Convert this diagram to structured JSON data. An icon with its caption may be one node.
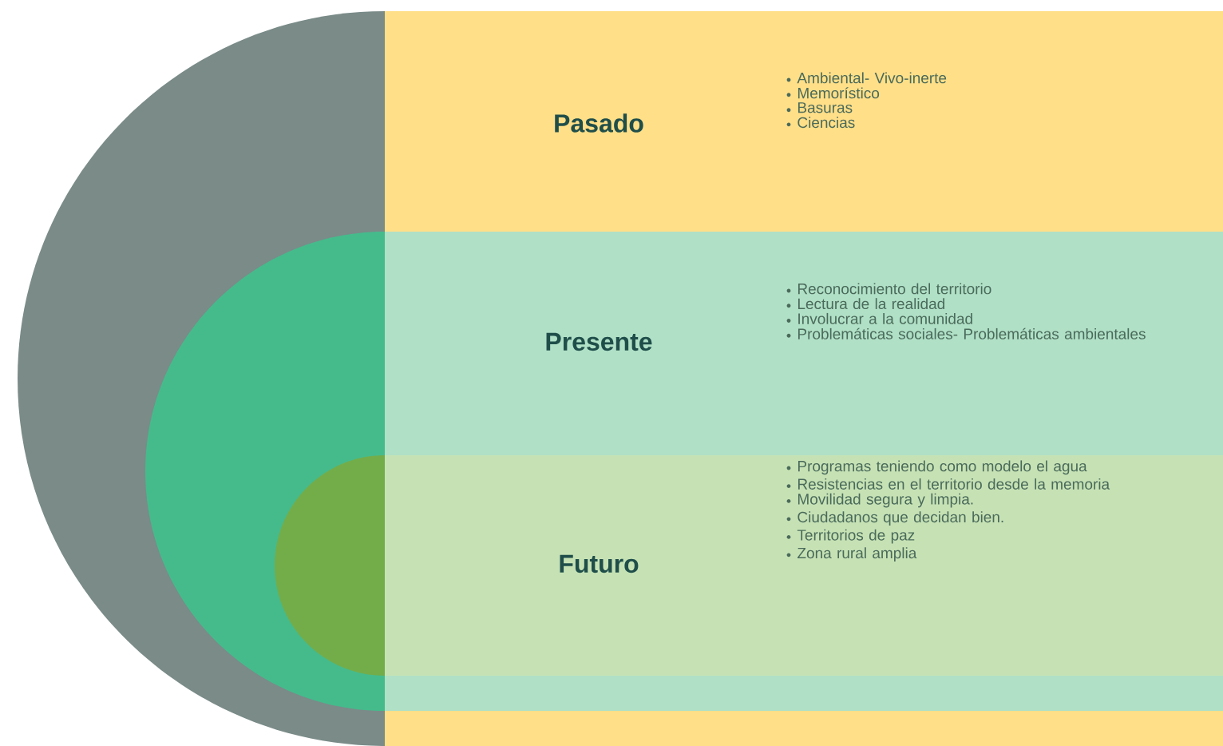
{
  "diagram": {
    "nodes": [
      {
        "text": [
          "Pasado",
          "Ambiental- Vivo-inerte",
          "Memorístico",
          "Basuras",
          "Ciencias"
        ]
      },
      {
        "text": [
          "Presente",
          "Reconocimiento del territorio",
          "Lectura de la realidad",
          "Involucrar a la comunidad",
          "Problemáticas sociales- Problemáticas ambientales"
        ],
        "in": 0
      },
      {
        "text": [
          "Futuro",
          "Programas teniendo como modelo el agua",
          "Resistencias en el territorio desde la memoria",
          "Movilidad segura y limpia.",
          "Ciudadanos que decidan bien.",
          "Territorios de paz",
          "Zona rural amplia"
        ],
        "in": 1
      }
    ]
  }
}
